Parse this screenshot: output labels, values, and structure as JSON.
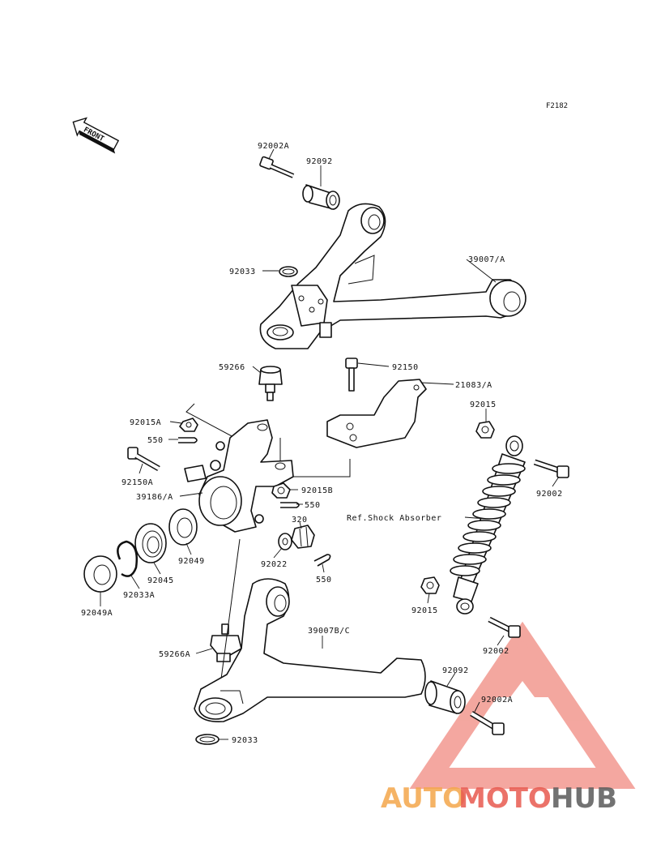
{
  "figure_id": "F2182",
  "front_label": "FRONT",
  "colors": {
    "line": "#111111",
    "background": "#ffffff",
    "watermark_red": "#e85a4f",
    "watermark_orange": "#f4a64b",
    "watermark_grey": "#5a5a5a"
  },
  "watermark": {
    "part1": "AUTO",
    "part2": "MOTO",
    "part3": "HUB"
  },
  "labels": {
    "l_92002A_top": "92002A",
    "l_92092_top": "92092",
    "l_92033_top": "92033",
    "l_39007A": "39007/A",
    "l_59266": "59266",
    "l_92150": "92150",
    "l_21083A": "21083/A",
    "l_92015_right": "92015",
    "l_92015A": "92015A",
    "l_550_a": "550",
    "l_92150A": "92150A",
    "l_39186A": "39186/A",
    "l_92015B": "92015B",
    "l_550_b": "550",
    "l_92002_right": "92002",
    "l_320": "320",
    "l_ref_shock": "Ref.Shock Absorber",
    "l_92049": "92049",
    "l_92022": "92022",
    "l_92045": "92045",
    "l_92033A": "92033A",
    "l_550_c": "550",
    "l_92049A": "92049A",
    "l_92015_lower": "92015",
    "l_39007BC": "39007B/C",
    "l_92002_lower": "92002",
    "l_59266A": "59266A",
    "l_92092_lower": "92092",
    "l_92002A_lower": "92002A",
    "l_92033_bottom": "92033"
  }
}
